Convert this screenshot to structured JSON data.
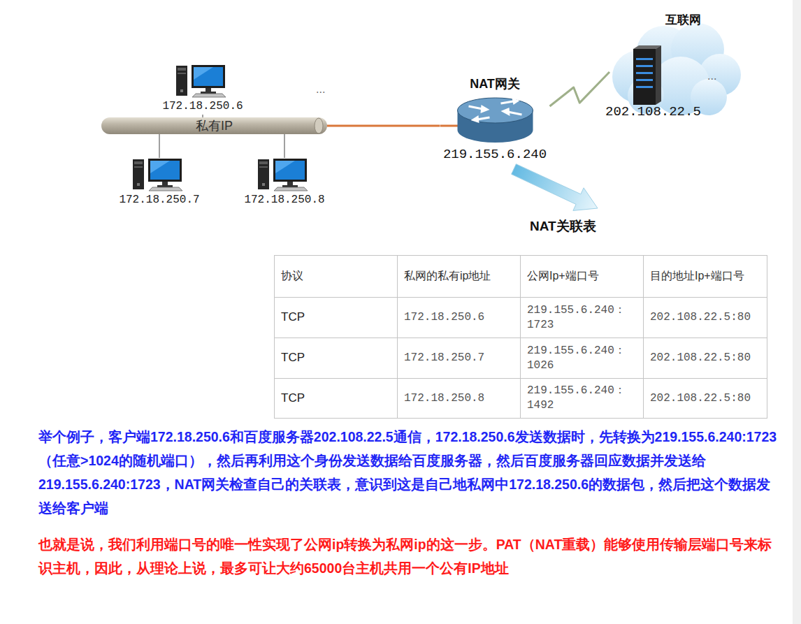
{
  "diagram": {
    "nodes": [
      {
        "text": [
          "..."
        ]
      },
      {
        "text": [
          "172.18.250.6"
        ],
        "in": 0
      },
      {
        "text": [
          "私有IP"
        ],
        "in": 0
      },
      {
        "text": [
          "172.18.250.7"
        ],
        "in": 0
      },
      {
        "text": [
          "172.18.250.8"
        ],
        "in": 0
      },
      {
        "text": [
          "NAT网关",
          "219.155.6.240"
        ]
      },
      {
        "text": [
          "互联网",
          "...",
          "202.108.22.5"
        ]
      }
    ],
    "edges": [
      {
        "from": 2,
        "to": 1,
        "arrow": "none"
      },
      {
        "from": 2,
        "to": 3,
        "arrow": "none"
      },
      {
        "from": 2,
        "to": 4,
        "arrow": "none"
      },
      {
        "from": 2,
        "to": 5,
        "arrow": "none"
      },
      {
        "from": 5,
        "to": 6,
        "arrow": "none"
      }
    ],
    "labels": [
      "NAT关联表",
      "协议",
      "私网的私有ip地址",
      "公网Ip+端口号",
      "目的地址Ip+端口号",
      "TCP",
      "172.18.250.6",
      "219.155.6.240：1723",
      "202.108.22.5:80",
      "TCP",
      "172.18.250.7",
      "219.155.6.240：1026",
      "202.108.22.5:80",
      "TCP",
      "172.18.250.8",
      "219.155.6.240：1492",
      "202.108.22.5:80",
      "举个例子，客户端172.18.250.6和百度服务器202.108.22.5通信，172.18.250.6发送数据时，先转换为219.155.6.240:1723（任意>1024的随机端口），然后再利用这个身份发送数据给百度服务器，然后百度服务器回应数据并发送给219.155.6.240:1723，NAT网关检查自己的关联表，意识到这是自己地私网中172.18.250.6的数据包，然后把这个数据发送给客户端",
      "也就是说，我们利用端口号的唯一性实现了公网ip转换为私网ip的这一步。PAT（NAT重载）能够使用传输层端口号来标识主机，因此，从理论上说，最多可让大约65000台主机共用一个公有IP地址"
    ]
  }
}
